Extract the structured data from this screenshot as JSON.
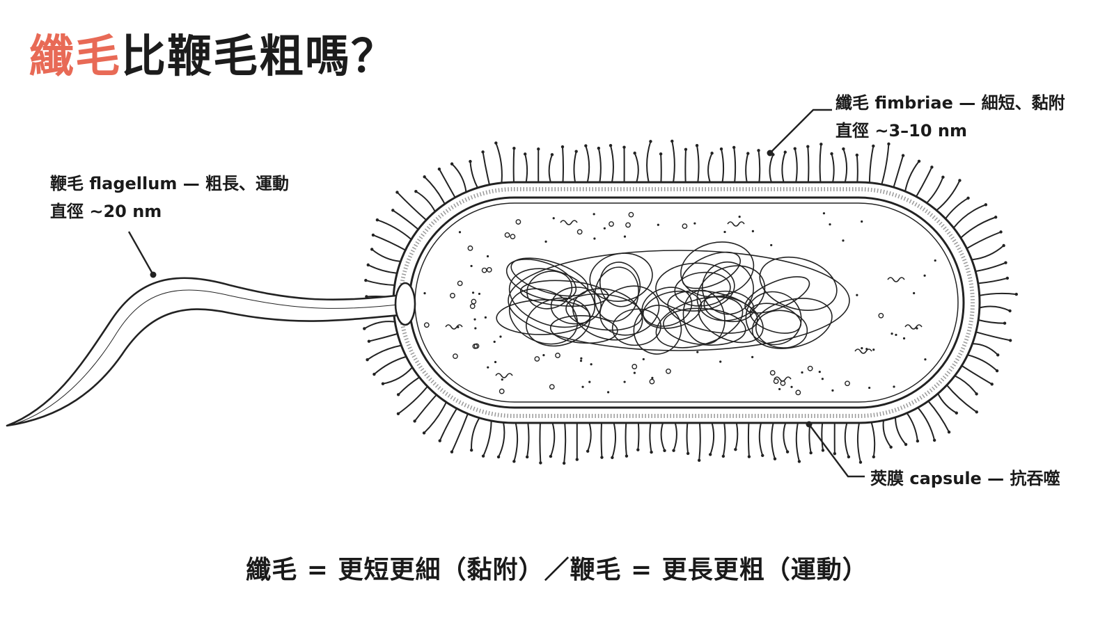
{
  "title": {
    "accent": "纖毛",
    "rest": "比鞭毛粗嗎？"
  },
  "labels": {
    "flagellum": {
      "line1": "鞭毛 flagellum — 粗長、運動",
      "line2": "直徑 ~20 nm"
    },
    "fimbriae": {
      "line1": "纖毛 fimbriae — 細短、黏附",
      "line2": "直徑 ~3–10 nm"
    },
    "capsule": {
      "line1": "莢膜 capsule — 抗吞噬"
    }
  },
  "summary": "纖毛 = 更短更細（黏附）／鞭毛 = 更長更粗（運動）",
  "colors": {
    "accent": "#e86a56",
    "ink": "#1a1a1a"
  }
}
